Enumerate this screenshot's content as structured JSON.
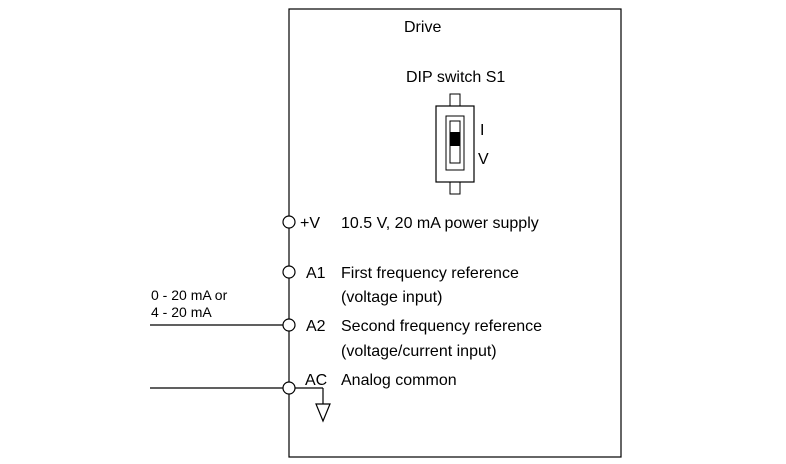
{
  "drive": {
    "title": "Drive"
  },
  "dip_switch": {
    "label": "DIP switch S1",
    "position_top": "I",
    "position_bottom": "V"
  },
  "terminals": [
    {
      "name": "+V",
      "description": "10.5 V, 20 mA power supply"
    },
    {
      "name": "A1",
      "description": "First frequency reference",
      "description2": "(voltage input)"
    },
    {
      "name": "A2",
      "description": "Second frequency reference",
      "description2": "(voltage/current input)"
    },
    {
      "name": "AC",
      "description": "Analog common"
    }
  ],
  "external_signal": {
    "line1": "0 - 20 mA or",
    "line2": "4 - 20 mA"
  }
}
